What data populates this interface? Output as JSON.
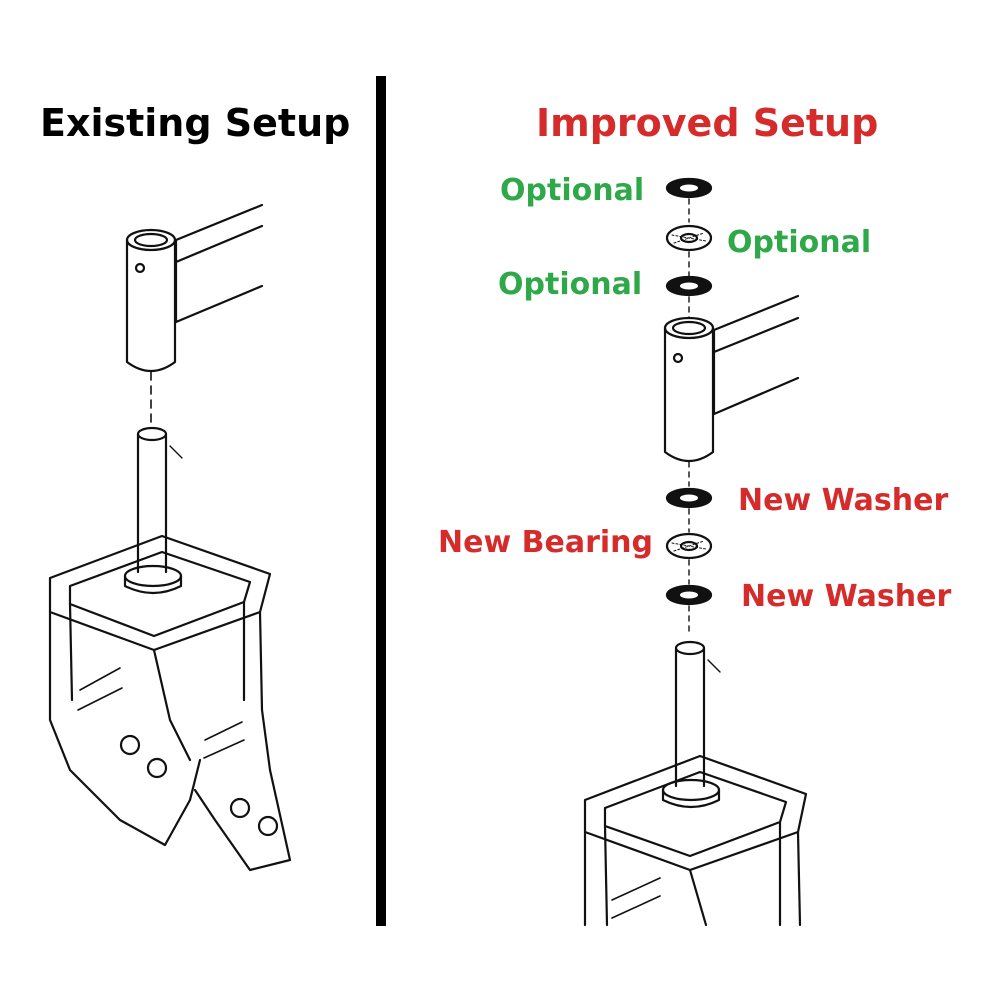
{
  "left_panel": {
    "title": "Existing Setup"
  },
  "right_panel": {
    "title": "Improved Setup",
    "labels": {
      "optional_top": "Optional",
      "optional_middle": "Optional",
      "optional_bottom": "Optional",
      "new_washer_upper": "New Washer",
      "new_bearing": "New Bearing",
      "new_washer_lower": "New Washer"
    }
  },
  "colors": {
    "title_left": "#111111",
    "title_right": "#d62b2b",
    "optional": "#2fa84a",
    "new_part": "#d62b2b",
    "divider": "#000000",
    "line_art": "#111111"
  }
}
